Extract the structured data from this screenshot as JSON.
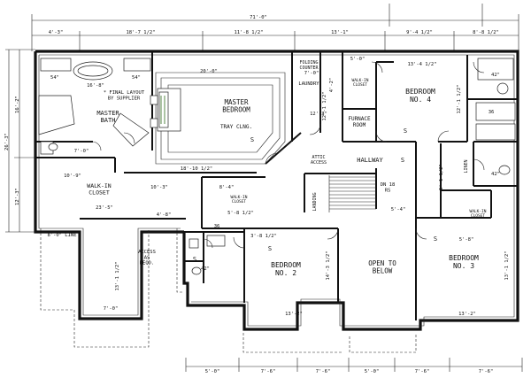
{
  "rooms": {
    "master_bath": "MASTER\nBATH",
    "master_bedroom": "MASTER\nBEDROOM",
    "tray_clng": "TRAY CLNG.",
    "walk_in_closet": "WALK-IN\nCLOSET",
    "final_layout": "* FINAL LAYOUT\nBY SUPPLIER",
    "folding_counter": "FOLDING\nCOUNTER",
    "laundry": "LAUNDRY",
    "walk_in_closet_small_1": "WALK-IN\nCLOSET",
    "walk_in_closet_small_2": "WALK-IN\nCLOSET",
    "walk_in_closet_small_3": "WALK-IN\nCLOSET",
    "furnace_room": "FURNACE\nROOM",
    "bedroom_4": "BEDROOM\nNO. 4",
    "attic_access": "ATTIC\nACCESS",
    "hallway": "HALLWAY",
    "linen": "LINEN",
    "landing": "LANDING",
    "dn_rs": "DN 18\nRS",
    "bedroom_2": "BEDROOM\nNO. 2",
    "open_to_below": "OPEN TO\nBELOW",
    "bedroom_3": "BEDROOM\nNO. 3",
    "access_as_reqd": "ACCESS\nAS\nREQD.",
    "line_8_0": "8'-0\" LINE",
    "s_marks": "S"
  },
  "dimensions": {
    "overall_top": "71'-0\"",
    "top_segments": [
      "4'-3\"",
      "18'-7 1/2\"",
      "11'-8 1/2\"",
      "13'-1\"",
      "9'-4 1/2\"",
      "8'-8 1/2\""
    ],
    "left_total": "26'-3\"",
    "left_segments": [
      "16'-2\"",
      "12'-3\""
    ],
    "bottom_segments": [
      "5'-0\"",
      "7'-6\"",
      "7'-6\"",
      "5'-0\"",
      "7'-6\"",
      "7'-6\""
    ],
    "master_bath_width": "16'-8\"",
    "master_bed_top": "20'-0\"",
    "master_bed_bottom": "18'-10 1/2\"",
    "closet_width": "10'-9\"",
    "closet_inner": "10'-3\"",
    "closet_bottom": "23'-5\"",
    "closet_left": "4'-8\"",
    "bedroom2_width": "13'-2\"",
    "bedroom2_depth": "14'-3 1/2\"",
    "bedroom3_width": "13'-2\"",
    "bedroom3_depth": "13'-1 1/2\"",
    "bedroom4_width": "13'-4 1/2\"",
    "bedroom4_depth": "12'-1 1/2\"",
    "closet_lower_w": "7'-0\"",
    "closet_lower_h": "13'-1 1/2\"",
    "walkin_small_a": "8'-4\"",
    "walkin_small_b": "5'-8 1/2\"",
    "walkin_small_c": "3'-8 1/2\"",
    "laundry_h": "12'-1 1/2\"",
    "laundry_w": "7'-0\"",
    "bath_upper_w": "5'-0\"",
    "bath_upper_h": "4'-2\"",
    "linen_h": "5'-1 1/2\"",
    "hall_seg": "5'-4\"",
    "bed3_closet": "5'-8\"",
    "bath_36_a": "36",
    "bath_36_b": "36",
    "tub_54_a": "54\"",
    "tub_54_b": "54\"",
    "lav_42_a": "42\"",
    "lav_42_b": "42\"",
    "lav_42_c": "42\"",
    "misc_1": "7'-0\"",
    "misc_2": "12'-3\""
  }
}
